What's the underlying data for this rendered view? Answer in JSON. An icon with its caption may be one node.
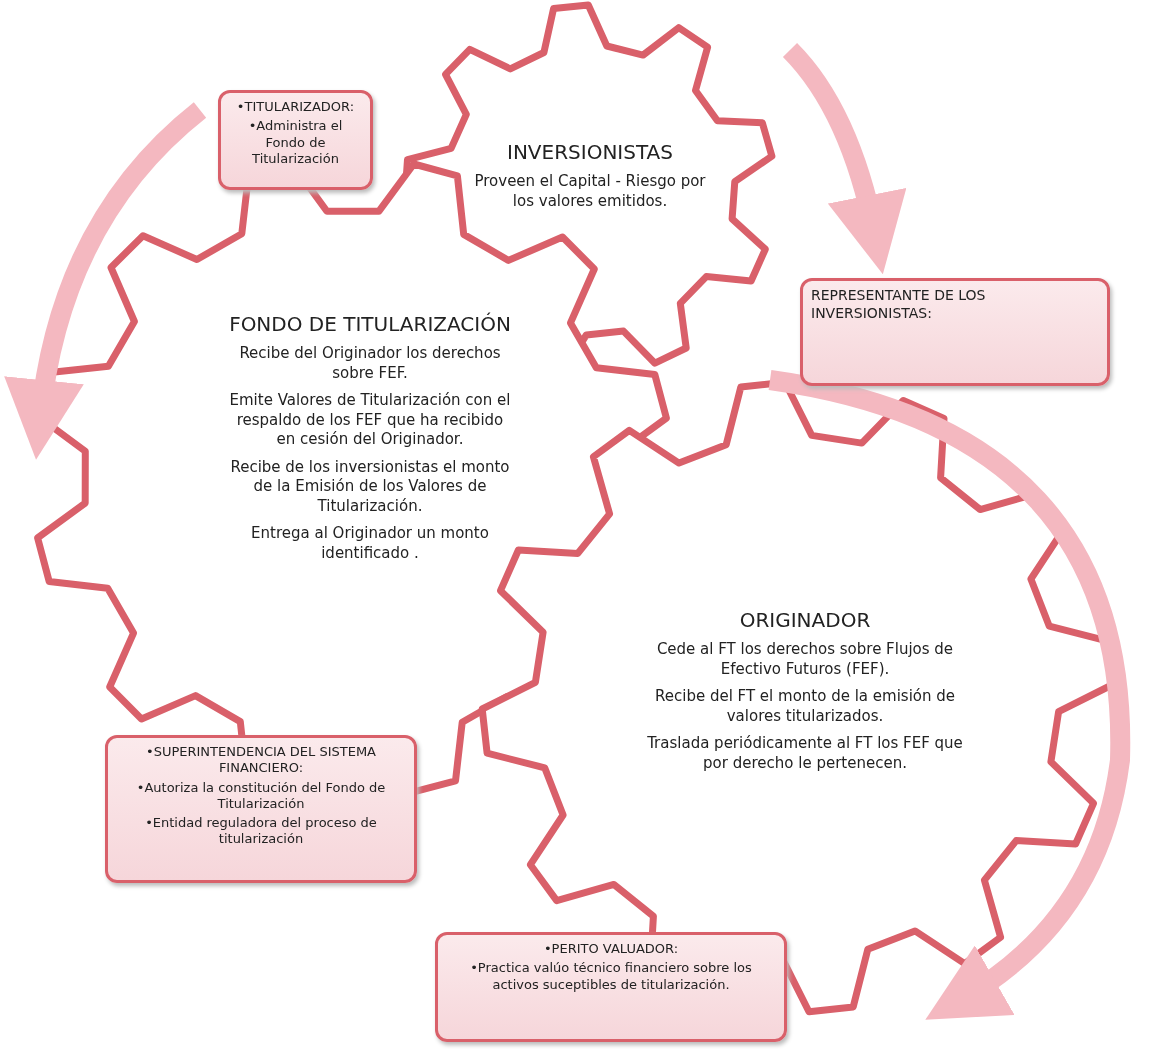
{
  "diagram": {
    "nodes": [
      {
        "text": [
          "•TITULARIZADOR:",
          "•Administra el Fondo de Titularización"
        ]
      },
      {
        "text": [
          "INVERSIONISTAS",
          "Proveen el Capital - Riesgo por los valores emitidos."
        ]
      },
      {
        "text": [
          "REPRESENTANTE DE LOS INVERSIONISTAS:"
        ]
      },
      {
        "text": [
          "FONDO DE TITULARIZACIÓN",
          "Recibe del Originador los derechos sobre FEF.",
          "Emite Valores de Titularización con el respaldo de los FEF que ha recibido en cesión del Originador.",
          "Recibe de los inversionistas el monto de la Emisión de los Valores de Titularización.",
          "Entrega al Originador un monto identificado ."
        ]
      },
      {
        "text": [
          "ORIGINADOR",
          "Cede al FT los derechos sobre Flujos de Efectivo Futuros (FEF).",
          "Recibe del FT el monto de la emisión de valores titularizados.",
          "Traslada periódicamente al FT los FEF que por derecho le pertenecen."
        ]
      },
      {
        "text": [
          "•SUPERINTENDENCIA DEL SISTEMA FINANCIERO:",
          "•Autoriza la constitución del Fondo de Titularización",
          "•Entidad reguladora del proceso de titularización"
        ]
      },
      {
        "text": [
          "•PERITO VALUADOR:",
          "•Practica valúo técnico financiero sobre los activos suceptibles de titularización."
        ]
      }
    ]
  }
}
